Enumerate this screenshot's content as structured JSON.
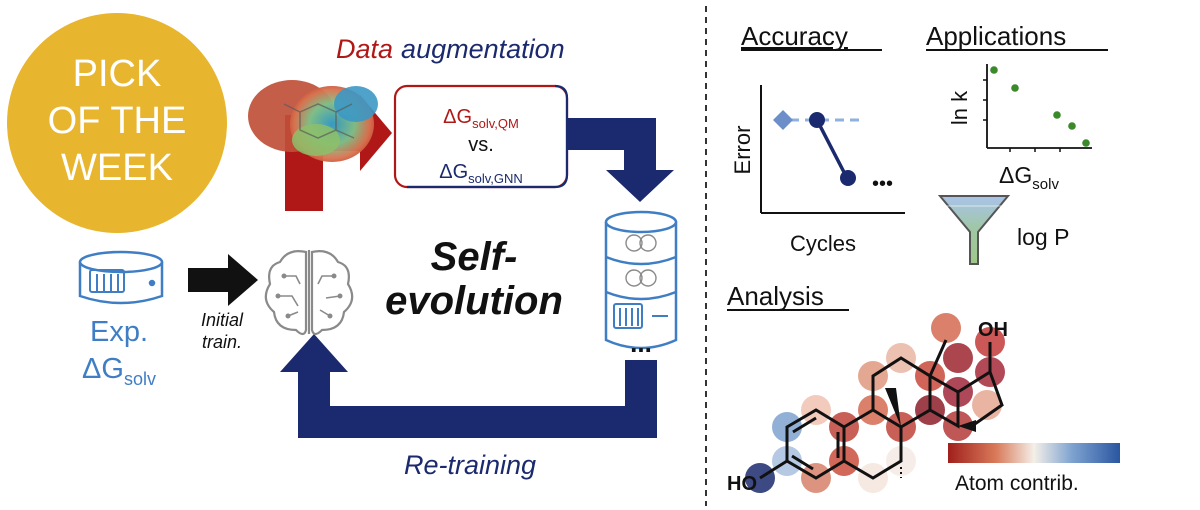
{
  "badge": {
    "lines": [
      "PICK",
      "OF THE",
      "WEEK"
    ]
  },
  "colors": {
    "navy": "#1b2a6e",
    "red": "#b01818",
    "blue_text": "#3f7ec4",
    "gold": "#e8b52e",
    "green": "#3a8a2a",
    "black": "#111111"
  },
  "workflow": {
    "title_word1": "Data",
    "title_word2": "augmentation",
    "compare": {
      "delta": "ΔG",
      "qm_sub": "solv,QM",
      "vs": "vs.",
      "gnn_sub": "solv,GNN"
    },
    "center_line1": "Self-",
    "center_line2": "evolution",
    "initial_line1": "Initial",
    "initial_line2": "train.",
    "exp_label": "Exp.",
    "exp_delta": "ΔG",
    "exp_sub": "solv",
    "ellipsis": "...",
    "retraining": "Re-training"
  },
  "accuracy": {
    "title": "Accuracy",
    "ylabel": "Error",
    "xlabel": "Cycles",
    "ellipsis": "•••"
  },
  "applications": {
    "title": "Applications",
    "ylabel": "ln k",
    "xlabel_delta": "ΔG",
    "xlabel_sub": "solv",
    "funnel_label": "log P"
  },
  "analysis": {
    "title": "Analysis",
    "oh_label": "OH",
    "ho_label": "HO",
    "colorbar_label": "Atom contrib."
  }
}
